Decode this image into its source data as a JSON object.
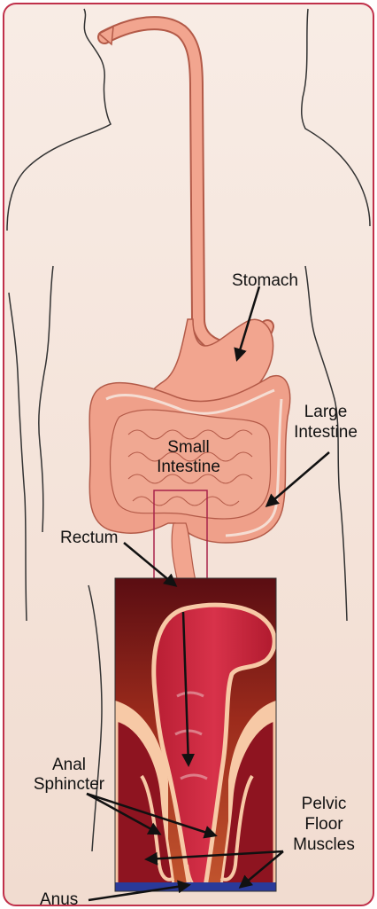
{
  "labels": {
    "stomach": "Stomach",
    "large_intestine_1": "Large",
    "large_intestine_2": "Intestine",
    "small_intestine_1": "Small",
    "small_intestine_2": "Intestine",
    "rectum": "Rectum",
    "anal_sphincter_1": "Anal",
    "anal_sphincter_2": "Sphincter",
    "pelvic_1": "Pelvic",
    "pelvic_2": "Floor",
    "pelvic_3": "Muscles",
    "anus": "Anus"
  },
  "colors": {
    "border": "#c0304a",
    "background": "#f6e7df",
    "organ": "#f2a58f",
    "organ_outline": "#b35a48",
    "body_outline": "#333333",
    "rectum_red": "#c8253a",
    "muscle_dark": "#8e1420",
    "skin_light": "#f7c9a6",
    "blue": "#2a3a9a"
  }
}
